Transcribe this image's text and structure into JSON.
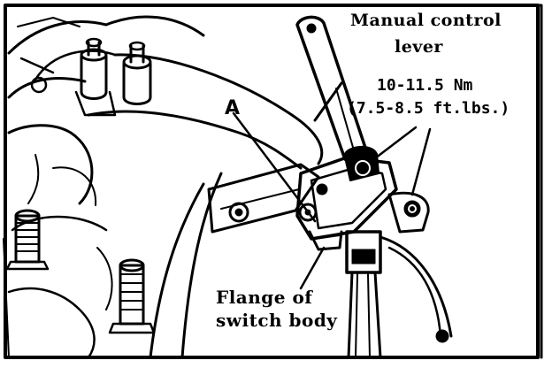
{
  "callouts": {
    "lever_line1": "Manual control",
    "lever_line2": "lever",
    "torque_line1": "10-11.5 Nm",
    "torque_line2": "(7.5-8.5 ft.lbs.)",
    "point_a": "A",
    "flange_line1": "Flange of",
    "flange_line2": "switch body"
  },
  "colors": {
    "ink": "#000000",
    "paper": "#ffffff"
  }
}
